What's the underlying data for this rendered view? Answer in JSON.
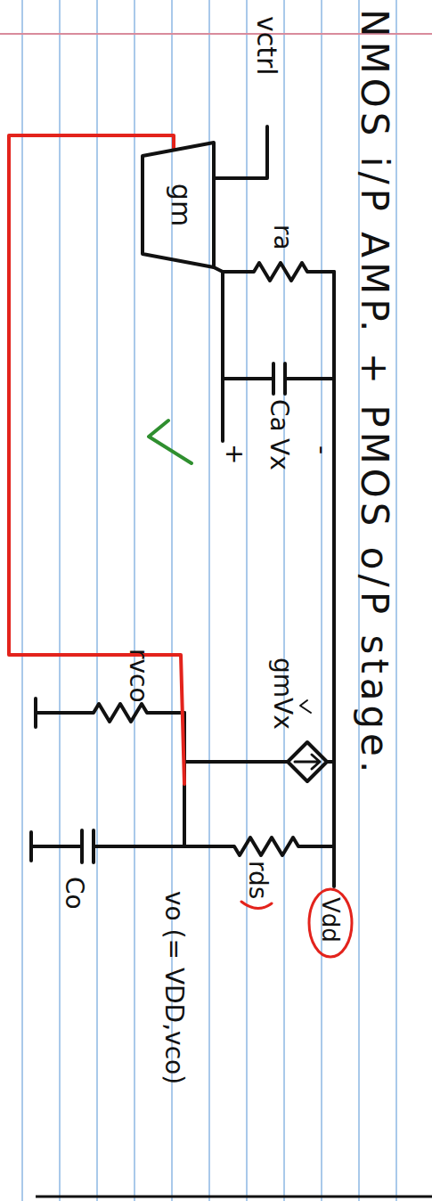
{
  "diagram": {
    "nodes": [
      {
        "text": [
          "gm"
        ]
      }
    ],
    "labels": [
      "NMOS i/P AMP. + PMOS o/P stage.",
      "vctrl",
      "ra",
      "Ca",
      "-",
      "Vx",
      "+",
      "gmVx",
      "Vdd",
      "rds",
      "rvco",
      "Co",
      "vo (= VDD,vco)"
    ]
  }
}
